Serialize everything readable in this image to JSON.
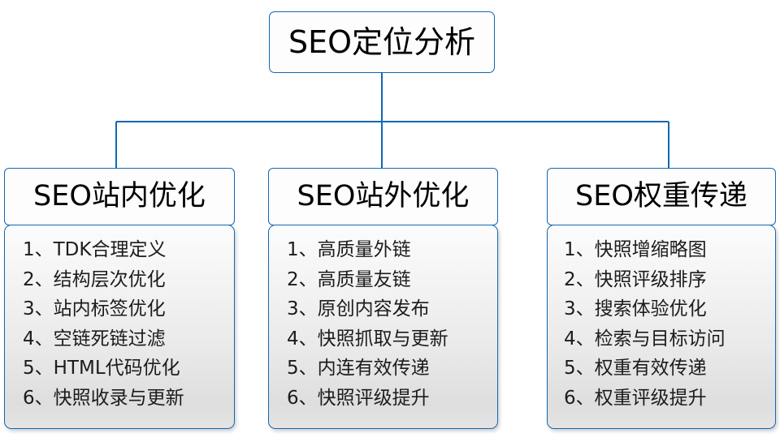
{
  "diagram": {
    "type": "organizational-tree",
    "root": {
      "label": "SEO定位分析"
    },
    "accent_color": "#1268b3",
    "connector_color": "#1268b3",
    "columns": [
      {
        "header": "SEO站内优化",
        "items": [
          "1、TDK合理定义",
          "2、结构层次优化",
          "3、站内标签优化",
          "4、空链死链过滤",
          "5、HTML代码优化",
          "6、快照收录与更新"
        ]
      },
      {
        "header": "SEO站外优化",
        "items": [
          "1、高质量外链",
          "2、高质量友链",
          "3、原创内容发布",
          "4、快照抓取与更新",
          "5、内连有效传递",
          "6、快照评级提升"
        ]
      },
      {
        "header": "SEO权重传递",
        "items": [
          "1、快照增缩略图",
          "2、快照评级排序",
          "3、搜索体验优化",
          "4、检索与目标访问",
          "5、权重有效传递",
          "6、权重评级提升"
        ]
      }
    ]
  }
}
